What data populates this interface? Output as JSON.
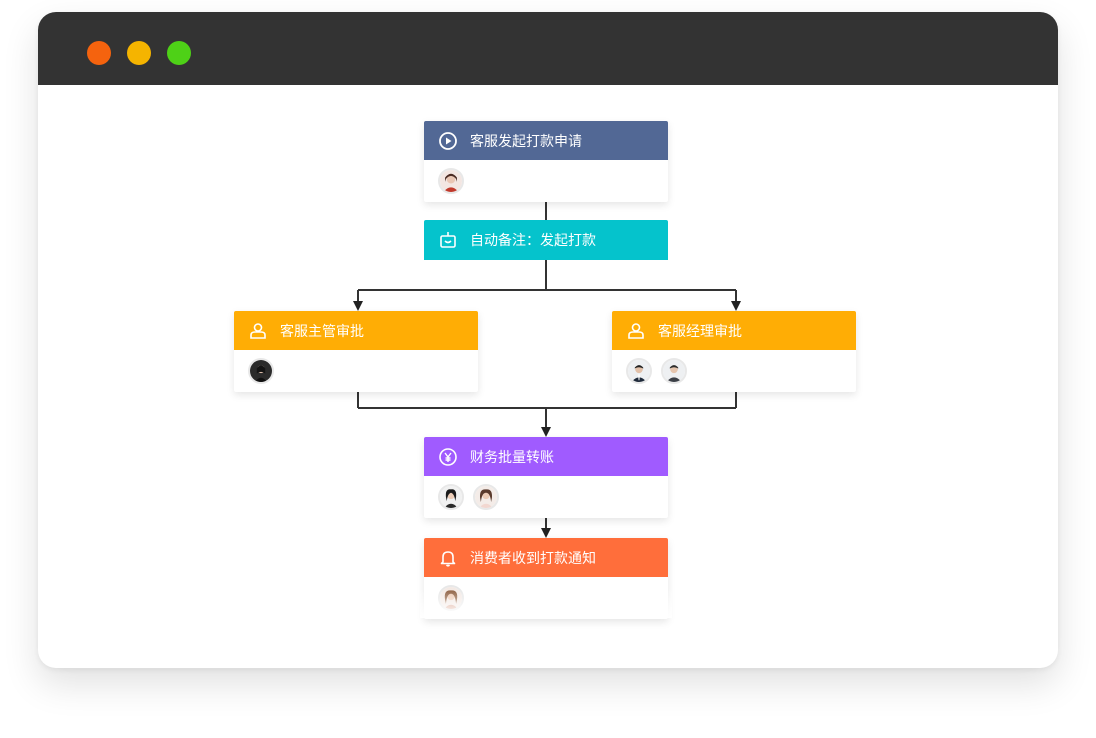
{
  "window": {
    "controls": [
      {
        "name": "close",
        "color": "#f5630e"
      },
      {
        "name": "minimize",
        "color": "#f5b400"
      },
      {
        "name": "maximize",
        "color": "#4ed117"
      }
    ]
  },
  "nodes": {
    "start": {
      "title": "客服发起打款申请",
      "color": "#526895",
      "icon": "play-circle-icon",
      "avatars": 1
    },
    "auto": {
      "title": "自动备注：发起打款",
      "color": "#05c3cc",
      "icon": "robot-icon",
      "avatars": 0
    },
    "supervisor": {
      "title": "客服主管审批",
      "color": "#ffad05",
      "icon": "approver-icon",
      "avatars": 1
    },
    "manager": {
      "title": "客服经理审批",
      "color": "#ffad05",
      "icon": "approver-icon",
      "avatars": 2
    },
    "finance": {
      "title": "财务批量转账",
      "color": "#a05bff",
      "icon": "yuan-icon",
      "avatars": 2
    },
    "notify": {
      "title": "消费者收到打款通知",
      "color": "#ff6e3b",
      "icon": "bell-icon",
      "avatars": 1
    }
  }
}
